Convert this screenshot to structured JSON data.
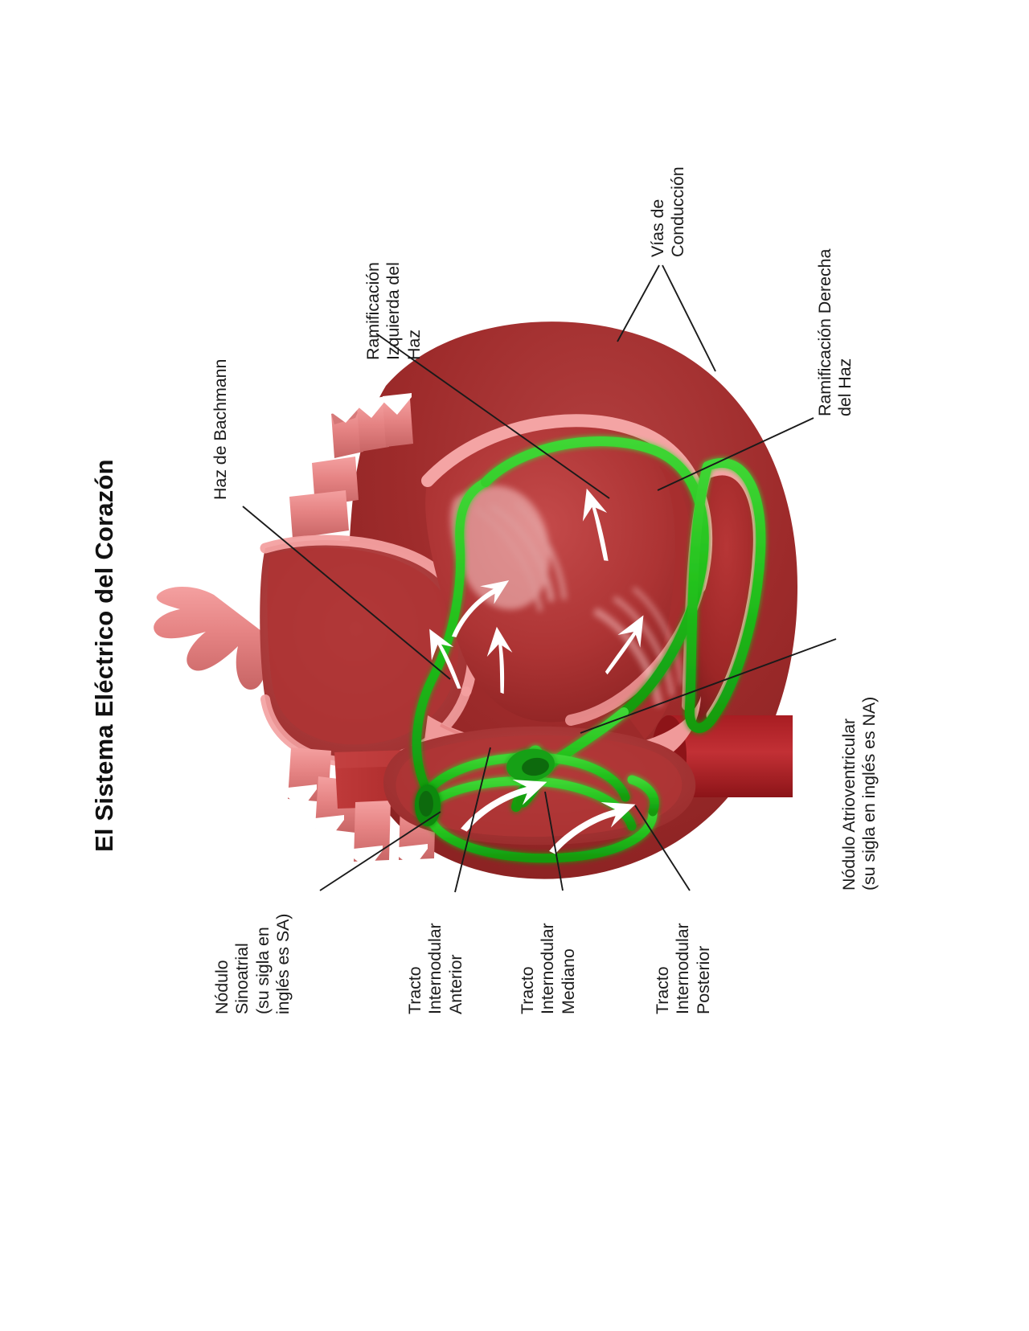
{
  "document": {
    "title": "El Sistema Eléctrico del Corazón",
    "language": "es",
    "orientation": "rotated-90-ccw"
  },
  "labels": {
    "bachmann": "Haz de Bachmann",
    "left_bundle_branch": "Ramificación\nIzquierda del\nHaz",
    "conduction_pathways": "Vías de\nConducción",
    "right_bundle_branch": "Ramificación Derecha\ndel Haz",
    "av_node": "Nódulo Atrioventricular\n(su sigla en inglés es NA)",
    "sa_node": "Nódulo\nSinoatrial\n(su sigla en\ninglés es SA)",
    "anterior_tract": "Tracto\nInternodular\nAnterior",
    "middle_tract": "Tracto\nInternodular\nMediano",
    "posterior_tract": "Tracto\nInternodular\nPosterior"
  },
  "colors": {
    "conduction_green": "#22c01c",
    "conduction_green_dark": "#0d7a0a",
    "myocardium_dark": "#9e2b2b",
    "myocardium_mid": "#b93a3a",
    "chamber_deep": "#a81d22",
    "endocardium_pink": "#f08c8c",
    "vessel_pink": "#e8807f",
    "arrow_white": "#ffffff",
    "leader_line": "#1a1a1a",
    "text": "#1a1a1a",
    "background": "#ffffff"
  },
  "figure": {
    "name": "heart-conduction-system-diagram",
    "description": "Corte frontal del corazón mostrando el sistema de conducción eléctrica resaltado en verde, con flechas blancas indicando la dirección del impulso.",
    "flow_arrows": 7
  }
}
